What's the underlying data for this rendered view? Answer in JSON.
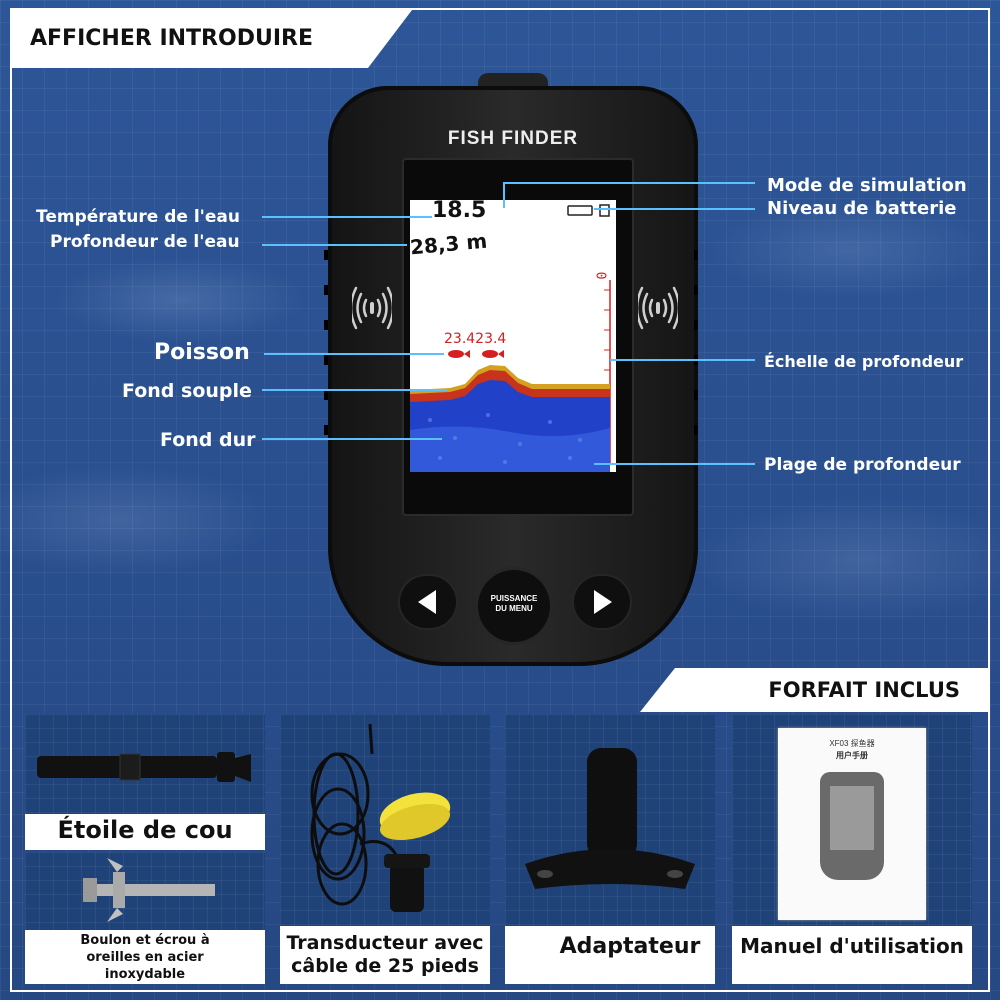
{
  "header": {
    "title": "AFFICHER INTRODUIRE"
  },
  "device": {
    "brand": "FISH  FINDER",
    "menu_button_line1": "PUISSANCE",
    "menu_button_line2": "DU MENU"
  },
  "screen": {
    "temperature_value": "18.5",
    "depth_value": "28,3 m",
    "fish_depths": "23.423.4",
    "scale_top": "0"
  },
  "annotations": {
    "left": {
      "water_temperature": "Température de l'eau",
      "water_depth": "Profondeur de l'eau",
      "fish": "Poisson",
      "soft_bottom": "Fond souple",
      "hard_bottom": "Fond dur"
    },
    "right": {
      "simulation_mode": "Mode de simulation",
      "battery_level": "Niveau de batterie",
      "depth_scale": "Échelle de profondeur",
      "depth_range": "Plage de profondeur"
    }
  },
  "package": {
    "title": "FORFAIT INCLUS",
    "items": [
      {
        "label": "Étoile de cou"
      },
      {
        "label": "Boulon et écrou à oreilles en acier inoxydable"
      },
      {
        "label_line1": "Transducteur avec",
        "label_line2": "câble de 25 pieds"
      },
      {
        "label": "Adaptateur"
      },
      {
        "label": "Manuel d'utilisation",
        "manual_model": "XF03 探鱼器",
        "manual_subtitle": "用户手册"
      }
    ]
  },
  "colors": {
    "background": "#2b4f8c",
    "annotation_line": "#5bc0ff",
    "fish_red": "#d42020",
    "device_body": "#1c1c1c"
  }
}
